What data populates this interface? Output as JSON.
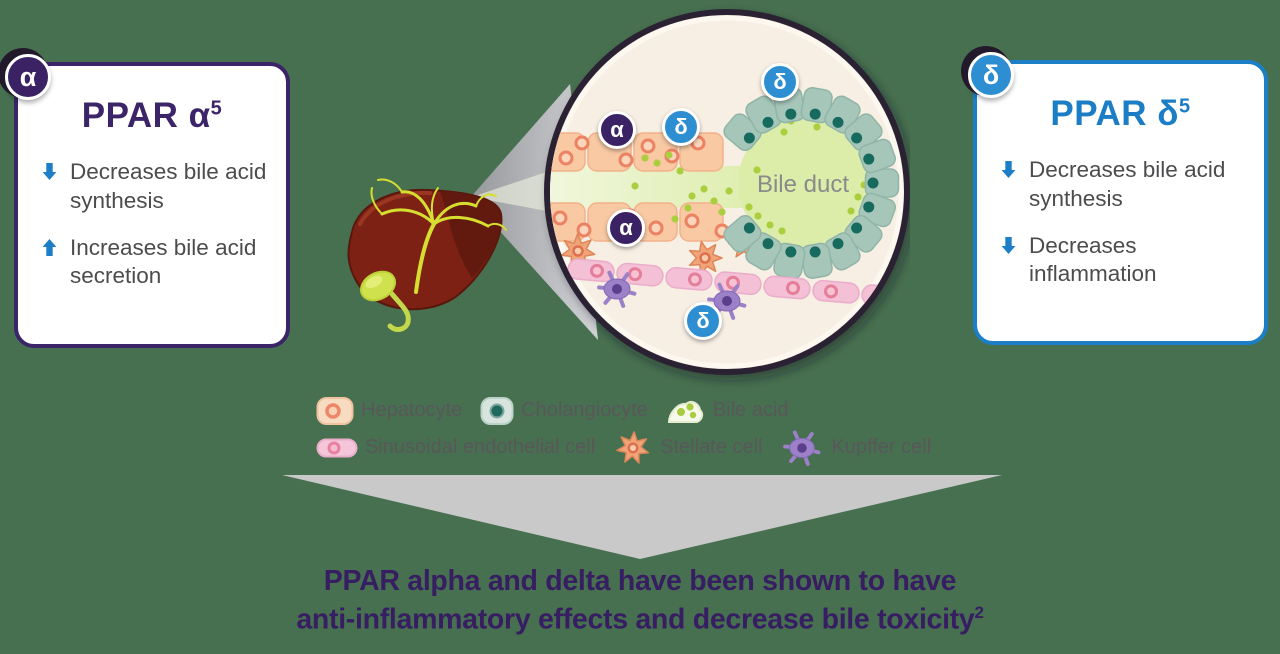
{
  "colors": {
    "background": "#477050",
    "purple_accent": "#3b2467",
    "blue_accent": "#1b7ec7",
    "caption_purple": "#371d61",
    "body_text": "#4c4c4e"
  },
  "left_card": {
    "badge_glyph": "α",
    "title": "PPAR α",
    "title_sup": "5",
    "items": [
      {
        "direction": "down",
        "text": "Decreases bile acid synthesis"
      },
      {
        "direction": "up",
        "text": "Increases bile acid secretion"
      }
    ]
  },
  "right_card": {
    "badge_glyph": "δ",
    "title": "PPAR δ",
    "title_sup": "5",
    "items": [
      {
        "direction": "down",
        "text": "Decreases bile acid synthesis"
      },
      {
        "direction": "down",
        "text": "Decreases inflammation"
      }
    ]
  },
  "illustration": {
    "bile_duct_label": "Bile duct",
    "badges": [
      {
        "glyph": "δ",
        "type": "delta"
      },
      {
        "glyph": "α",
        "type": "alpha"
      },
      {
        "glyph": "δ",
        "type": "delta"
      },
      {
        "glyph": "α",
        "type": "alpha"
      },
      {
        "glyph": "δ",
        "type": "delta"
      }
    ]
  },
  "legend": {
    "rows": [
      [
        {
          "icon": "hepatocyte-icon",
          "label": "Hepatocyte"
        },
        {
          "icon": "cholangiocyte-icon",
          "label": "Cholangiocyte"
        },
        {
          "icon": "bile-acid-icon",
          "label": "Bile acid"
        }
      ],
      [
        {
          "icon": "sinusoidal-endothelial-cell-icon",
          "label": "Sinusoidal endothelial cell"
        },
        {
          "icon": "stellate-cell-icon",
          "label": "Stellate cell"
        },
        {
          "icon": "kupffer-cell-icon",
          "label": "Kupffer cell"
        }
      ]
    ]
  },
  "caption": {
    "line1": "PPAR alpha and delta have been shown to have",
    "line2": "anti-inflammatory effects and decrease bile toxicity",
    "sup": "2"
  }
}
